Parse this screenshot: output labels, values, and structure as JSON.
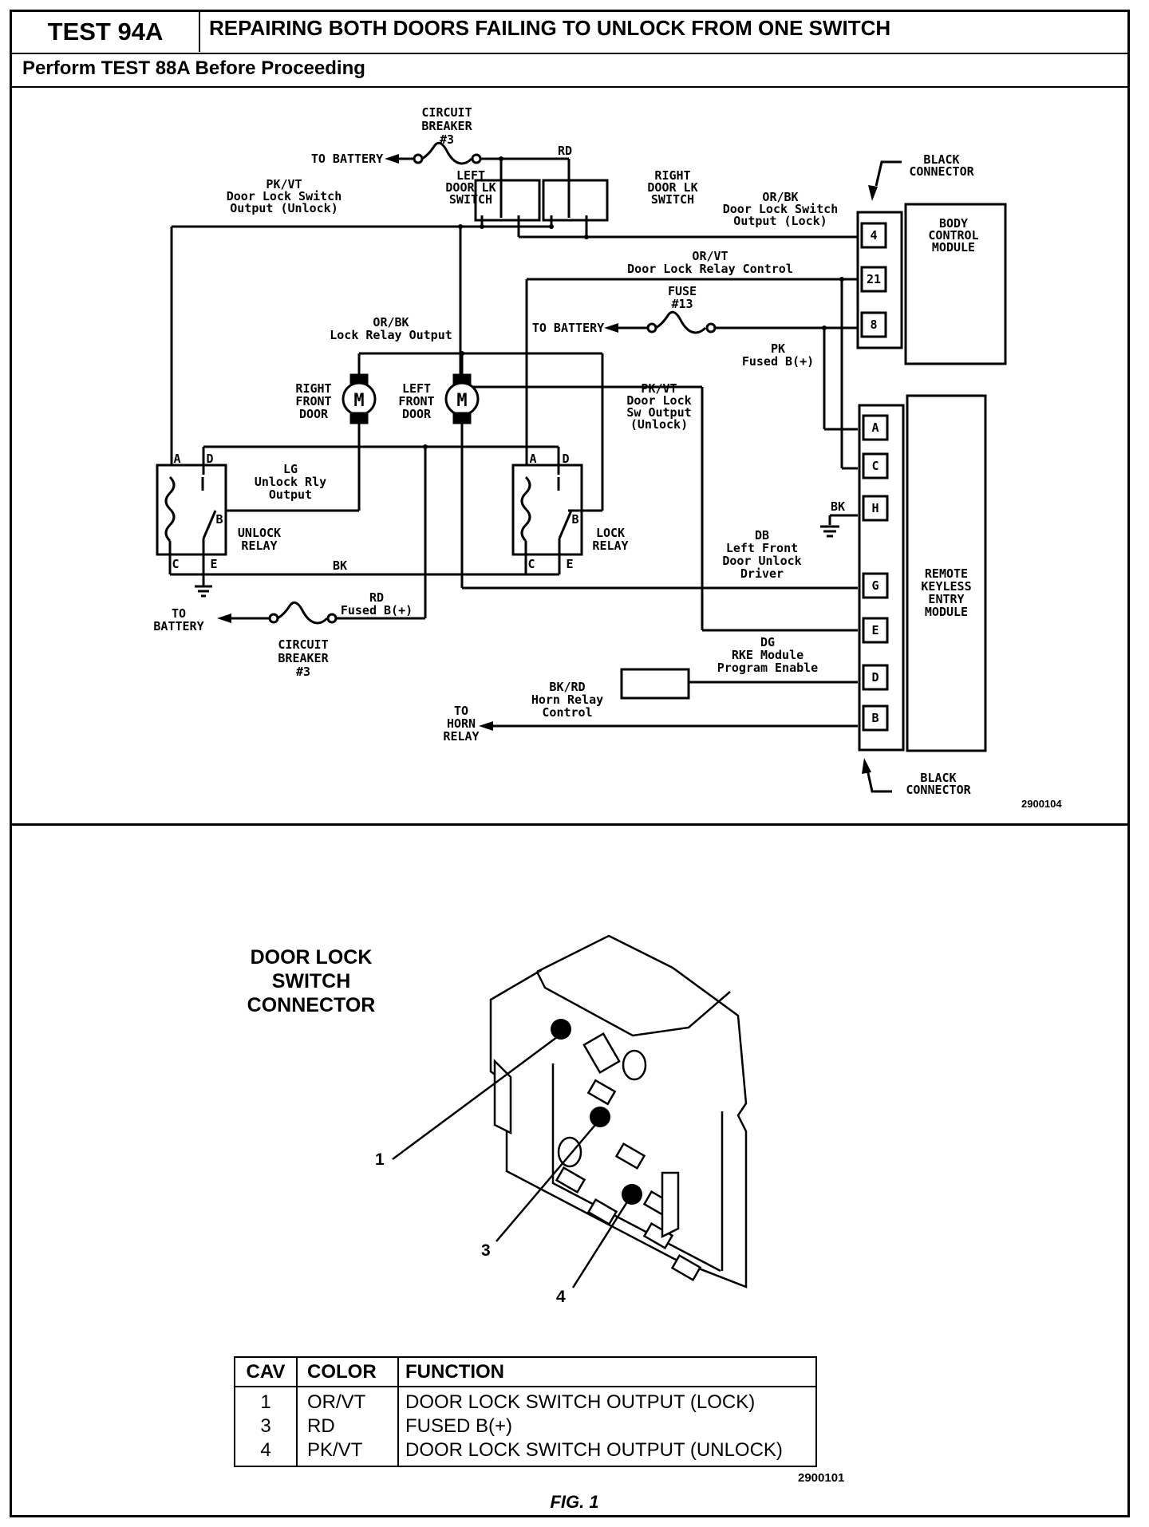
{
  "header": {
    "test_id": "TEST 94A",
    "title": "REPAIRING BOTH DOORS FAILING TO UNLOCK FROM ONE SWITCH",
    "prerequisite": "Perform TEST 88A Before Proceeding"
  },
  "schematic": {
    "figure_ref": "2900104",
    "labels": {
      "cb3_top": [
        "CIRCUIT",
        "BREAKER",
        "#3"
      ],
      "to_battery_top": "TO BATTERY",
      "rd_top": "RD",
      "left_switch": [
        "LEFT",
        "DOOR LK",
        "SWITCH"
      ],
      "right_switch": [
        "RIGHT",
        "DOOR LK",
        "SWITCH"
      ],
      "pkvt_unlock": [
        "PK/VT",
        "Door Lock Switch",
        "Output (Unlock)"
      ],
      "orbk_lock": [
        "OR/BK",
        "Door Lock Switch",
        "Output (Lock)"
      ],
      "black_connector_top": [
        "BLACK",
        "CONNECTOR"
      ],
      "bcm": [
        "BODY",
        "CONTROL",
        "MODULE"
      ],
      "orvt_relay_ctrl": [
        "OR/VT",
        "Door Lock Relay Control"
      ],
      "fuse13": [
        "FUSE",
        "#13"
      ],
      "to_battery_mid": "TO BATTERY",
      "orbk_lock_relay": [
        "OR/BK",
        "Lock Relay Output"
      ],
      "pk_fused": [
        "PK",
        "Fused B(+)"
      ],
      "right_front_door": [
        "RIGHT",
        "FRONT",
        "DOOR"
      ],
      "left_front_door": [
        "LEFT",
        "FRONT",
        "DOOR"
      ],
      "motor_glyph": "M",
      "pkvt_sw_unlock": [
        "PK/VT",
        "Door Lock",
        "Sw Output",
        "(Unlock)"
      ],
      "lg_unlock": [
        "LG",
        "Unlock Rly",
        "Output"
      ],
      "unlock_relay": [
        "UNLOCK",
        "RELAY"
      ],
      "lock_relay": [
        "LOCK",
        "RELAY"
      ],
      "bk_ground_wire": "BK",
      "bk_h": "BK",
      "db_driver": [
        "DB",
        "Left Front",
        "Door Unlock",
        "Driver"
      ],
      "rd_fused": [
        "RD",
        "Fused B(+)"
      ],
      "to_battery_bottom": [
        "TO",
        "BATTERY"
      ],
      "cb3_bottom": [
        "CIRCUIT",
        "BREAKER",
        "#3"
      ],
      "dg_program": [
        "DG",
        "RKE Module",
        "Program Enable"
      ],
      "bkrd_horn": [
        "BK/RD",
        "Horn Relay",
        "Control"
      ],
      "to_horn_relay": [
        "TO",
        "HORN",
        "RELAY"
      ],
      "rke": [
        "REMOTE",
        "KEYLESS",
        "ENTRY",
        "MODULE"
      ],
      "black_connector_bottom": [
        "BLACK",
        "CONNECTOR"
      ]
    },
    "relay_pins": [
      "A",
      "D",
      "B",
      "C",
      "E"
    ],
    "bcm_pins": [
      "4",
      "21",
      "8"
    ],
    "rke_pins": [
      "A",
      "C",
      "H",
      "G",
      "E",
      "D",
      "B"
    ]
  },
  "connector": {
    "title": [
      "DOOR LOCK",
      "SWITCH",
      "CONNECTOR"
    ],
    "callouts": [
      "1",
      "3",
      "4"
    ],
    "figure_ref": "2900101",
    "caption": "FIG. 1",
    "table": {
      "headers": [
        "CAV",
        "COLOR",
        "FUNCTION"
      ],
      "rows": [
        {
          "cav": "1",
          "color": "OR/VT",
          "function": "DOOR LOCK SWITCH OUTPUT (LOCK)"
        },
        {
          "cav": "3",
          "color": "RD",
          "function": "FUSED B(+)"
        },
        {
          "cav": "4",
          "color": "PK/VT",
          "function": "DOOR LOCK SWITCH OUTPUT (UNLOCK)"
        }
      ]
    }
  }
}
